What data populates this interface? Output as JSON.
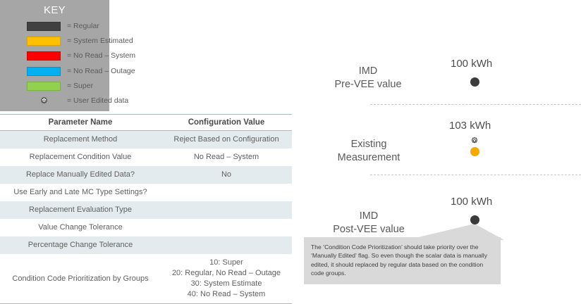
{
  "key_panel": {
    "title": "KEY",
    "background_color": "#a6a6a6",
    "items": [
      {
        "label": "= Regular",
        "color": "#404040",
        "icon": "color-swatch"
      },
      {
        "label": "= System Estimated",
        "color": "#ffc000",
        "icon": "color-swatch"
      },
      {
        "label": "= No Read – System",
        "color": "#ff0000",
        "icon": "color-swatch"
      },
      {
        "label": "= No Read – Outage",
        "color": "#00b0f0",
        "icon": "color-swatch"
      },
      {
        "label": "= Super",
        "color": "#92d050",
        "icon": "color-swatch"
      },
      {
        "label": "= User Edited data",
        "color": "#ffffff",
        "icon": "gear-icon"
      }
    ]
  },
  "config_table": {
    "headers": [
      "Parameter Name",
      "Configuration Value"
    ],
    "rows": [
      {
        "name": "Replacement Method",
        "value": "Reject Based on Configuration"
      },
      {
        "name": "Replacement Condition Value",
        "value": "No Read – System"
      },
      {
        "name": "Replace Manually Edited Data?",
        "value": "No"
      },
      {
        "name": "Use Early and Late MC Type Settings?",
        "value": ""
      },
      {
        "name": "Replacement Evaluation Type",
        "value": ""
      },
      {
        "name": "Value Change Tolerance",
        "value": ""
      },
      {
        "name": "Percentage Change Tolerance",
        "value": ""
      },
      {
        "name": "Condition Code Prioritization by Groups",
        "value": "10: Super\n20: Regular, No Read – Outage\n30: System Estimate\n40: No Read – System"
      }
    ]
  },
  "diagram": {
    "stages": [
      {
        "label": "IMD\nPre-VEE value",
        "value": "100 kWh",
        "marker_color": "#3b3b3b",
        "marker_type": "dot-dark",
        "has_user_edited_gear": false
      },
      {
        "label": "Existing\nMeasurement",
        "value": "103 kWh",
        "marker_color": "#f5a800",
        "marker_type": "dot-orange",
        "has_user_edited_gear": true
      },
      {
        "label": "IMD\nPost-VEE value",
        "value": "100 kWh",
        "marker_color": "#3b3b3b",
        "marker_type": "dot-dark",
        "has_user_edited_gear": false
      }
    ],
    "callout": {
      "text": "The ‘Condition Code Prioritization’ should take priority over the ‘Manually Edited’ flag.  So even though the scalar data is manually edited, it should replaced by regular data based on the condition code groups.",
      "background_color": "#d9d9d9"
    }
  }
}
